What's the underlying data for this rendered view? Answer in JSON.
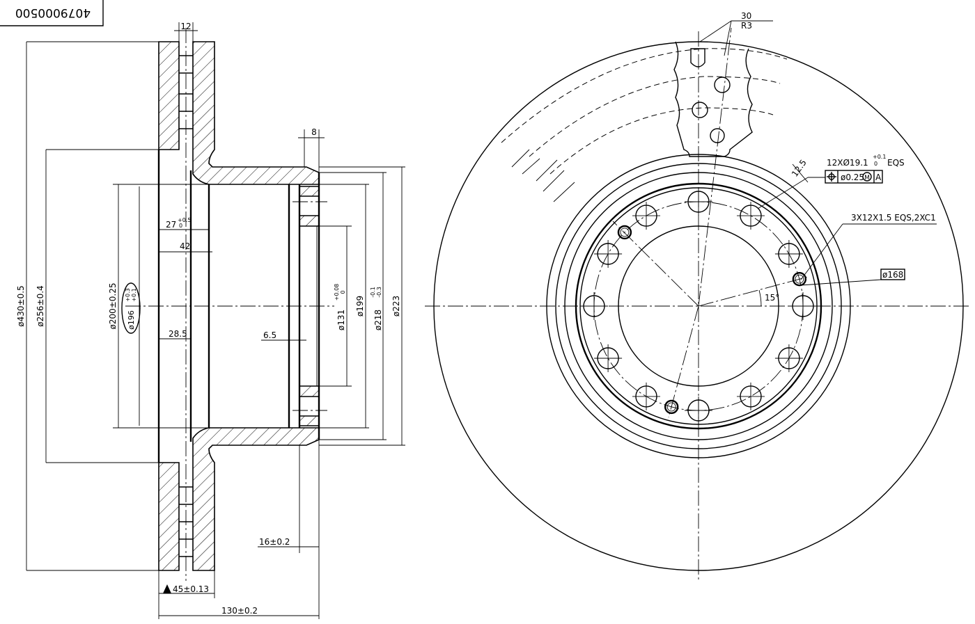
{
  "part_number": "4079000500",
  "section_view": {
    "dims": {
      "vent_gap": "12",
      "flange_thickness": "8",
      "hat_depth_27": "27",
      "hat_depth_27_tol_upper": "+0.5",
      "hat_depth_27_tol_lower": "0",
      "dim_42": "42",
      "dim_28_5": "28.5",
      "dim_6_5": "6.5",
      "outer_dia": "ø430±0.5",
      "dia_256": "ø256±0.4",
      "dia_200": "ø200±0.25",
      "dia_196": "ø196",
      "dia_196_tol_upper": "+0.3",
      "dia_196_tol_lower": "+0.1",
      "dia_131": "ø131",
      "dia_131_tol_upper": "+0.08",
      "dia_131_tol_lower": "0",
      "dia_199": "ø199",
      "dia_218": "ø218",
      "dia_218_tol_upper": "-0.1",
      "dia_218_tol_lower": "-0.3",
      "dia_223": "ø223",
      "dim_16": "16±0.2",
      "disc_thickness": "45±0.13",
      "overall_height": "130±0.2"
    }
  },
  "front_view": {
    "slot_width": "30",
    "slot_radius": "R3",
    "angle_12_5": "12.5",
    "bolt_holes": "12XØ19.1",
    "bolt_holes_tol_upper": "+0.1",
    "bolt_holes_tol_lower": "0",
    "bolt_holes_eqs": "EQS",
    "position_tol": "ø0.25",
    "position_mod": "M",
    "position_datum": "A",
    "threaded_holes": "3X12X1.5 EQS,2XC1",
    "bolt_circle": "ø168",
    "angle_15": "15°"
  }
}
